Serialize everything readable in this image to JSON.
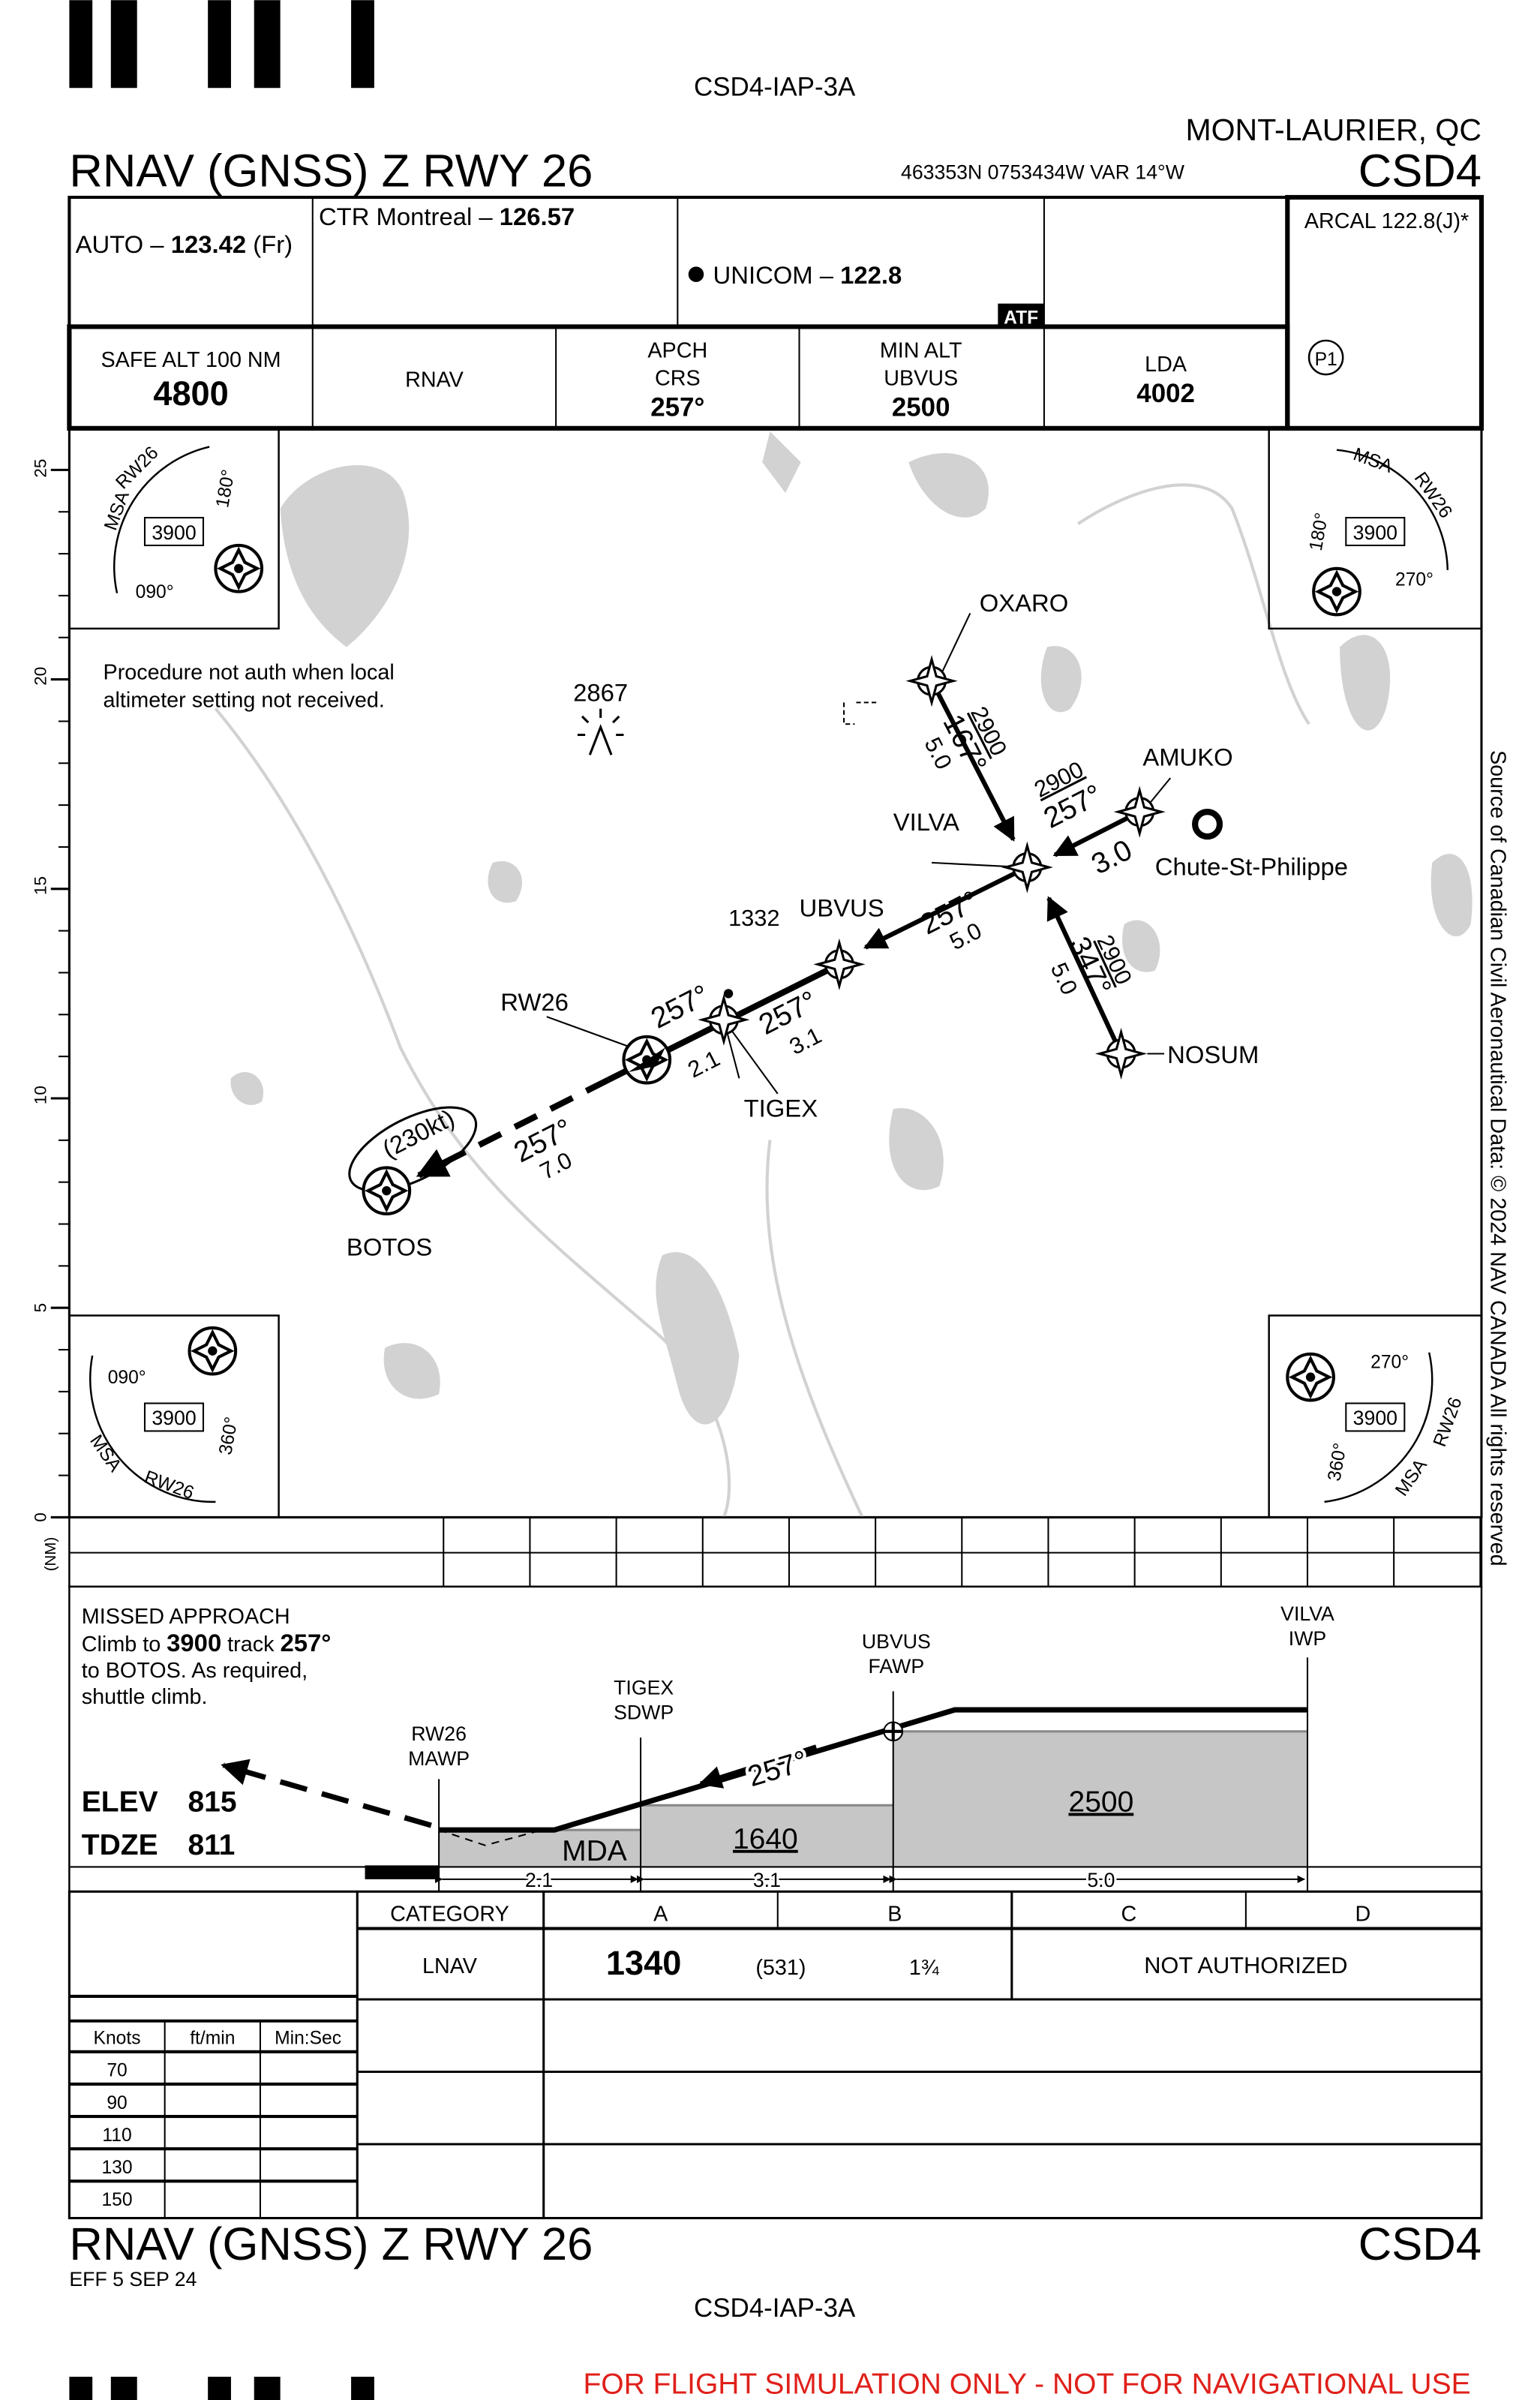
{
  "header": {
    "doc_id": "CSD4-IAP-3A",
    "location": "MONT-LAURIER, QC",
    "title": "RNAV (GNSS) Z RWY 26",
    "ident": "CSD4",
    "coords": "463353N  0753434W  VAR 14°W"
  },
  "comms": {
    "auto_prefix": "AUTO – ",
    "auto_freq": "123.42",
    "auto_suffix": " (Fr)",
    "ctr_prefix": "CTR Montreal – ",
    "ctr_freq": "126.57",
    "unicom_prefix": "UNICOM – ",
    "unicom_freq": "122.8",
    "atf": "ATF",
    "arcal": "ARCAL 122.8(J)*",
    "p1": "P1"
  },
  "info": {
    "safe_alt_label": "SAFE ALT 100 NM",
    "safe_alt": "4800",
    "nav": "RNAV",
    "apch_label1": "APCH",
    "apch_label2": "CRS",
    "apch_crs": "257°",
    "min_alt_label1": "MIN ALT",
    "min_alt_label2": "UBVUS",
    "min_alt": "2500",
    "lda_label": "LDA",
    "lda": "4002"
  },
  "map": {
    "note_line1": "Procedure not auth when local",
    "note_line2": "altimeter setting not received.",
    "obstacle_2867": "2867",
    "obstacle_1332": "1332",
    "town": "Chute-St-Philippe",
    "waypoints": {
      "oxaro": "OXARO",
      "amuko": "AMUKO",
      "vilva": "VILVA",
      "ubvus": "UBVUS",
      "tigex": "TIGEX",
      "rw26": "RW26",
      "botos": "BOTOS",
      "nosum": "NOSUM"
    },
    "legs": {
      "oxaro": {
        "alt": "2900",
        "crs": "167°",
        "dist": "5.0"
      },
      "amuko": {
        "alt": "2900",
        "crs": "257°",
        "dist": "3.0"
      },
      "nosum": {
        "alt": "2900",
        "crs": "347°",
        "dist": "5.0"
      },
      "vilva_ubvus": {
        "crs": "257°",
        "dist": "5.0"
      },
      "ubvus_tigex": {
        "crs": "257°",
        "dist": "3.1"
      },
      "tigex_rw26": {
        "crs": "257°",
        "dist": "2.1"
      },
      "rw26_botos": {
        "crs": "257°",
        "dist": "7.0"
      },
      "hold_speed": "(230kt)"
    },
    "msa": {
      "label": "MSA",
      "ref": "RW26",
      "alt": "3900",
      "brg_090": "090°",
      "brg_180": "180°",
      "brg_270": "270°",
      "brg_360": "360°"
    },
    "scale": [
      "0",
      "5",
      "10",
      "15",
      "20",
      "25"
    ],
    "scale_unit": "(NM)",
    "source": "Source of Canadian Civil Aeronautical Data: © 2024 NAV CANADA All rights reserved"
  },
  "profile": {
    "missed_title": "MISSED APPROACH",
    "missed_l1a": "Climb to ",
    "missed_l1b": "3900",
    "missed_l1c": " track ",
    "missed_l1d": "257°",
    "missed_l2": "to BOTOS. As required,",
    "missed_l3": "shuttle climb.",
    "elev_label": "ELEV",
    "elev": "815",
    "tdze_label": "TDZE",
    "tdze": "811",
    "fixes": [
      {
        "name": "RW26",
        "role": "MAWP"
      },
      {
        "name": "TIGEX",
        "role": "SDWP"
      },
      {
        "name": "UBVUS",
        "role": "FAWP"
      },
      {
        "name": "VILVA",
        "role": "IWP"
      }
    ],
    "mda": "MDA",
    "alt_1640": "1640",
    "alt_2500": "2500",
    "crs": "257°",
    "dists": [
      "2.1",
      "3.1",
      "5.0"
    ]
  },
  "minima": {
    "category_label": "CATEGORY",
    "categories": [
      "A",
      "B",
      "C",
      "D"
    ],
    "lnav_label": "LNAV",
    "lnav_mda": "1340",
    "lnav_hat": "(531)",
    "lnav_vis": "1¾",
    "cd_status": "NOT AUTHORIZED",
    "speed_headers": [
      "Knots",
      "ft/min",
      "Min:Sec"
    ],
    "speeds": [
      "70",
      "90",
      "110",
      "130",
      "150"
    ]
  },
  "footer": {
    "title": "RNAV (GNSS) Z RWY 26",
    "eff": "EFF 5 SEP 24",
    "ident": "CSD4",
    "doc_id": "CSD4-IAP-3A",
    "disclaimer": "FOR FLIGHT SIMULATION ONLY - NOT FOR NAVIGATIONAL USE"
  }
}
